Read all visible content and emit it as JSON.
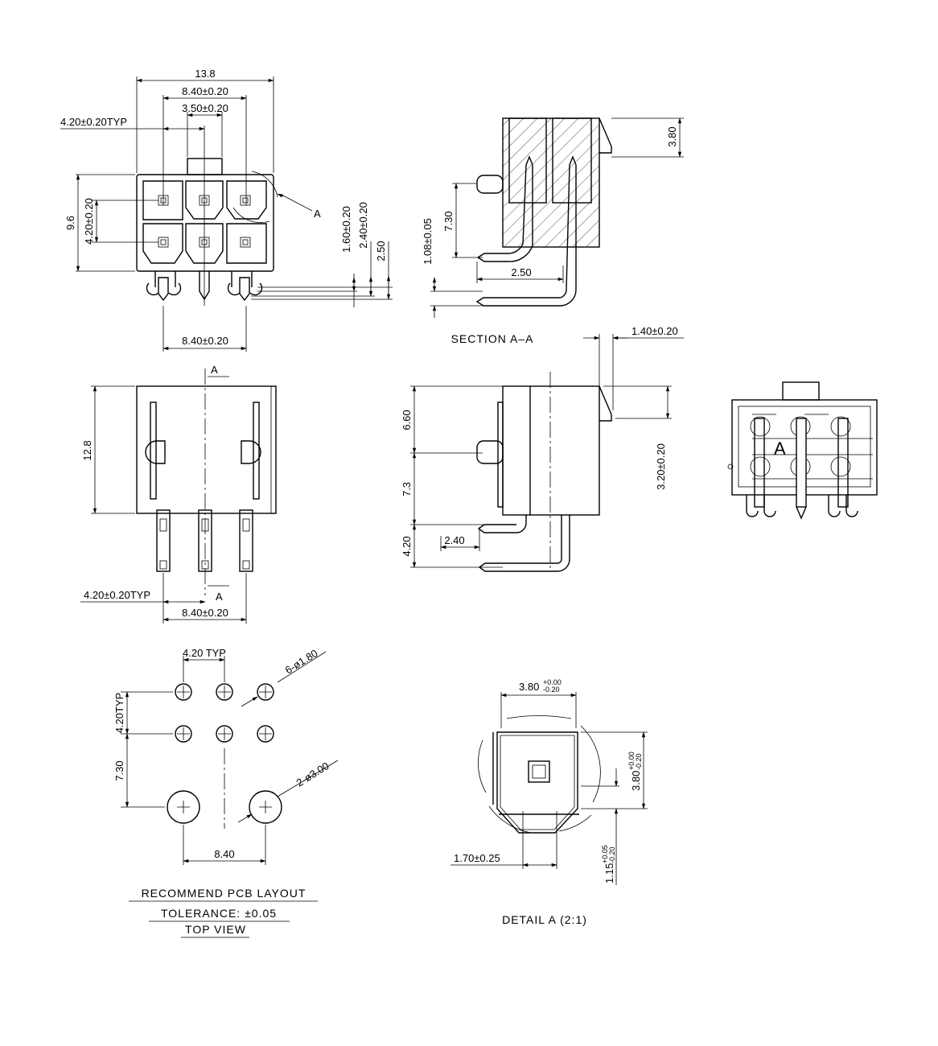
{
  "front_view": {
    "overall_width": "13.8",
    "outer_pitch": "8.40±0.20",
    "peg_width": "3.50±0.20",
    "pitch_typ": "4.20±0.20TYP",
    "height": "9.6",
    "row_pitch": "4.20±0.20",
    "dim_1_60": "1.60±0.20",
    "dim_2_40": "2.40±0.20",
    "dim_2_50": "2.50",
    "bottom_pitch": "8.40±0.20",
    "detail_callout": "A"
  },
  "section_view": {
    "title": "SECTION A–A",
    "latch_height": "3.80",
    "pin_height": "7.30",
    "pin_thickness": "1.08±0.05",
    "pin_offset": "2.50"
  },
  "bottom_view": {
    "section_mark_top": "A",
    "section_mark_bottom": "A",
    "depth": "12.8",
    "pitch_typ": "4.20±0.20TYP",
    "outer_pitch": "8.40±0.20"
  },
  "side_view": {
    "latch_offset": "1.40±0.20",
    "dim_6_60": "6.60",
    "dim_7_3": "7.3",
    "dim_4_20": "4.20",
    "dim_2_40": "2.40",
    "latch_height": "3.20±0.20"
  },
  "rear_view": {
    "label": "A"
  },
  "pcb_layout": {
    "pitch_h": "4.20 TYP",
    "small_holes": "6-ø1.80",
    "pitch_v": "4.20TYP",
    "peg_offset": "7.30",
    "large_holes": "2-ø3.00",
    "peg_pitch": "8.40",
    "notes": [
      "RECOMMEND  PCB  LAYOUT",
      "TOLERANCE:  ±0.05",
      "TOP  VIEW"
    ]
  },
  "detail_a": {
    "width": "3.80",
    "width_tol_upper": "+0.00",
    "width_tol_lower": "-0.20",
    "height": "3.80",
    "height_tol_upper": "+0.00",
    "height_tol_lower": "-0.20",
    "bottom_width": "1.70±0.25",
    "bottom_height": "1.15",
    "bottom_height_tol_upper": "+0.05",
    "bottom_height_tol_lower": "-0.20",
    "title": "DETAIL  A  (2:1)"
  }
}
